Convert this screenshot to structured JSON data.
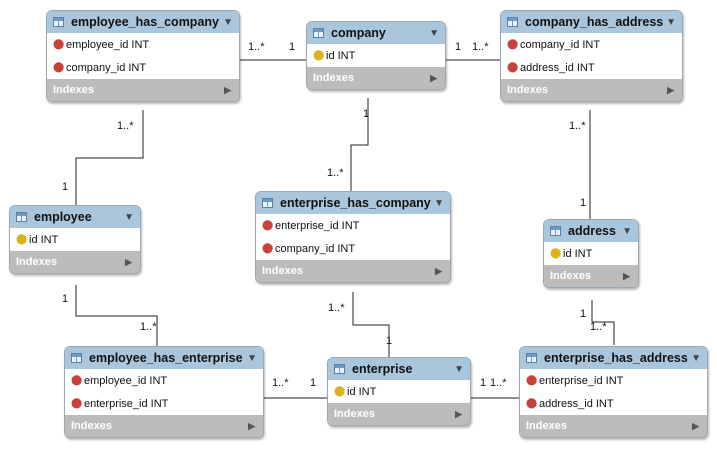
{
  "entities": {
    "ehc": {
      "title": "employee_has_company",
      "cols": [
        {
          "key": "fk",
          "name": "employee_id INT"
        },
        {
          "key": "fk",
          "name": "company_id INT"
        }
      ],
      "indexes": "Indexes"
    },
    "company": {
      "title": "company",
      "cols": [
        {
          "key": "pk",
          "name": "id INT"
        }
      ],
      "indexes": "Indexes"
    },
    "cha": {
      "title": "company_has_address",
      "cols": [
        {
          "key": "fk",
          "name": "company_id INT"
        },
        {
          "key": "fk",
          "name": "address_id INT"
        }
      ],
      "indexes": "Indexes"
    },
    "employee": {
      "title": "employee",
      "cols": [
        {
          "key": "pk",
          "name": "id INT"
        }
      ],
      "indexes": "Indexes"
    },
    "ehco": {
      "title": "enterprise_has_company",
      "cols": [
        {
          "key": "fk",
          "name": "enterprise_id INT"
        },
        {
          "key": "fk",
          "name": "company_id INT"
        }
      ],
      "indexes": "Indexes"
    },
    "address": {
      "title": "address",
      "cols": [
        {
          "key": "pk",
          "name": "id INT"
        }
      ],
      "indexes": "Indexes"
    },
    "ehe": {
      "title": "employee_has_enterprise",
      "cols": [
        {
          "key": "fk",
          "name": "employee_id INT"
        },
        {
          "key": "fk",
          "name": "enterprise_id INT"
        }
      ],
      "indexes": "Indexes"
    },
    "enterprise": {
      "title": "enterprise",
      "cols": [
        {
          "key": "pk",
          "name": "id INT"
        }
      ],
      "indexes": "Indexes"
    },
    "eha": {
      "title": "enterprise_has_address",
      "cols": [
        {
          "key": "fk",
          "name": "enterprise_id INT"
        },
        {
          "key": "fk",
          "name": "address_id INT"
        }
      ],
      "indexes": "Indexes"
    }
  },
  "relations": [
    {
      "from": "ehc",
      "to": "company",
      "from_card": "1..*",
      "to_card": "1"
    },
    {
      "from": "company",
      "to": "cha",
      "from_card": "1",
      "to_card": "1..*"
    },
    {
      "from": "ehc",
      "to": "employee",
      "from_card": "1..*",
      "to_card": "1"
    },
    {
      "from": "company",
      "to": "ehco",
      "from_card": "1",
      "to_card": "1..*"
    },
    {
      "from": "cha",
      "to": "address",
      "from_card": "1..*",
      "to_card": "1"
    },
    {
      "from": "employee",
      "to": "ehe",
      "from_card": "1",
      "to_card": "1..*"
    },
    {
      "from": "ehco",
      "to": "enterprise",
      "from_card": "1..*",
      "to_card": "1"
    },
    {
      "from": "address",
      "to": "eha",
      "from_card": "1",
      "to_card": "1..*"
    },
    {
      "from": "ehe",
      "to": "enterprise",
      "from_card": "1..*",
      "to_card": "1"
    },
    {
      "from": "enterprise",
      "to": "eha",
      "from_card": "1",
      "to_card": "1..*"
    }
  ],
  "icons": {
    "fk": "foreign-key-icon",
    "pk": "primary-key-icon",
    "toggle": "caret-down-icon",
    "expand": "triangle-right-icon"
  }
}
